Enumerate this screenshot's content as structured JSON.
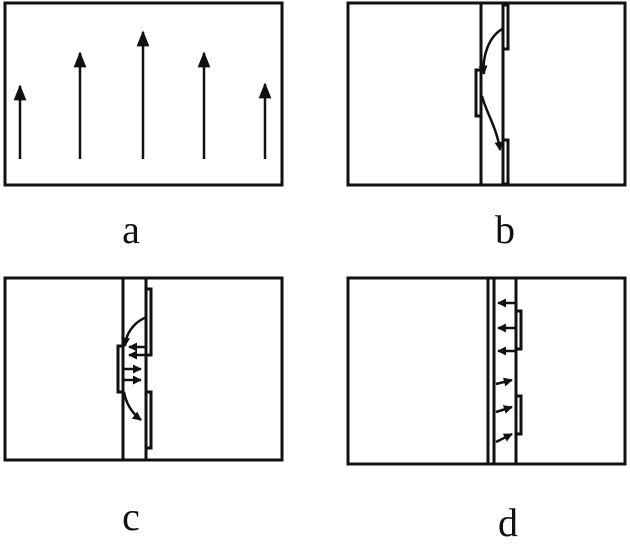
{
  "panels": [
    {
      "label": "a"
    },
    {
      "label": "b"
    },
    {
      "label": "c"
    },
    {
      "label": "d"
    }
  ],
  "colors": {
    "stroke": "#111111",
    "background": "#ffffff"
  }
}
